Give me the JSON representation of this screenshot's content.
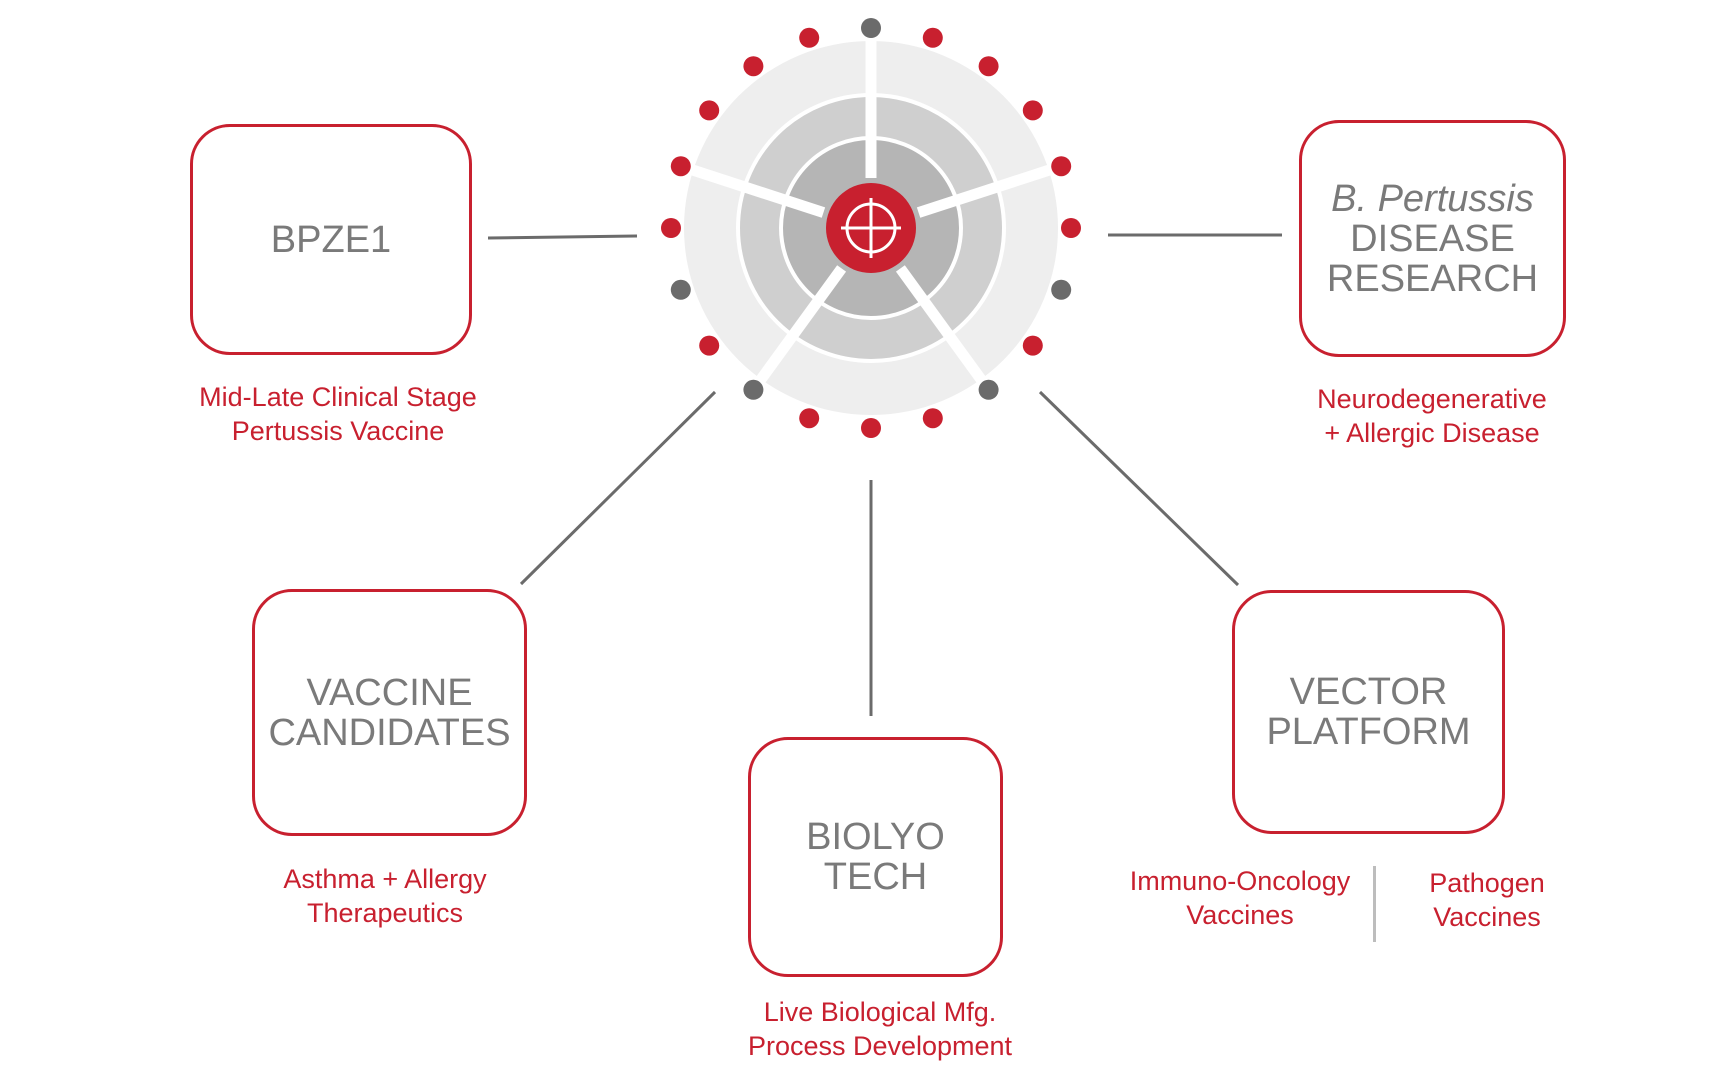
{
  "colors": {
    "accent": "#c8202f",
    "text_gray": "#7a7a7a",
    "line_gray": "#6b6b6b",
    "dot_gray": "#6b6b6b",
    "ring_light": "#eeeeee",
    "ring_mid": "#cfcfcf",
    "ring_dark": "#b5b5b5"
  },
  "center_icon": "crosshair-target-icon",
  "nodes": {
    "bpze1": {
      "title": "BPZE1",
      "caption": [
        "Mid-Late Clinical Stage",
        "Pertussis Vaccine"
      ]
    },
    "disease_research": {
      "title_italic": "B. Pertussis",
      "title": [
        "DISEASE",
        "RESEARCH"
      ],
      "caption": [
        "Neurodegenerative",
        "+ Allergic  Disease"
      ]
    },
    "vaccine_candidates": {
      "title": [
        "VACCINE",
        "CANDIDATES"
      ],
      "caption": [
        "Asthma + Allergy",
        "Therapeutics"
      ]
    },
    "biolyo_tech": {
      "title": [
        "BIOLYO",
        "TECH"
      ],
      "caption": [
        "Live Biological Mfg.",
        "Process Development"
      ]
    },
    "vector_platform": {
      "title": [
        "VECTOR",
        "PLATFORM"
      ],
      "caption_left": [
        "Immuno-Oncology",
        "Vaccines"
      ],
      "caption_right": [
        "Pathogen",
        "Vaccines"
      ]
    }
  }
}
